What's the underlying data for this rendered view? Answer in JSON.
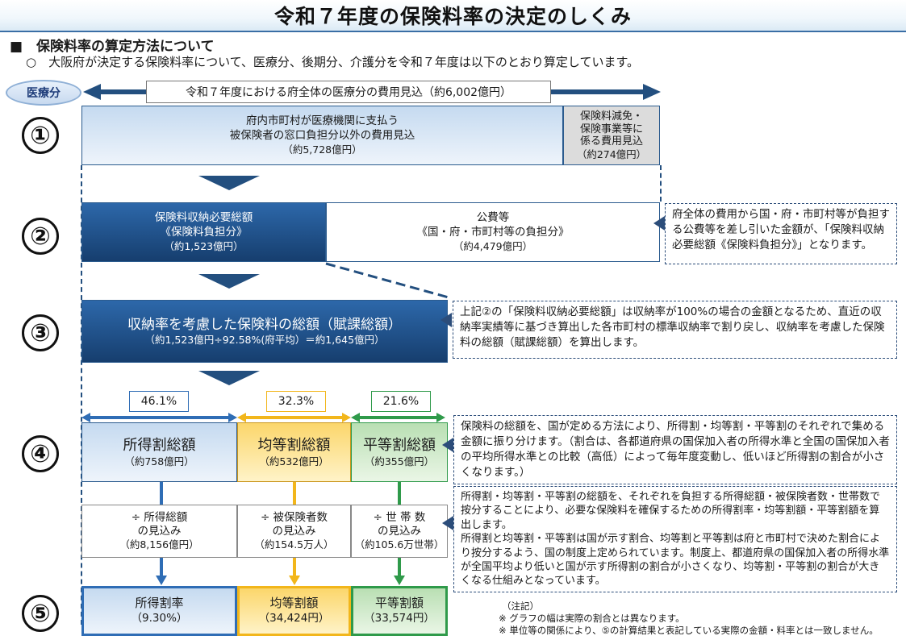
{
  "title": "令和７年度の保険料率の決定のしくみ",
  "section_heading": "■　保険料率の算定方法について",
  "lead_text": "○　大阪府が決定する保険料率について、医療分、後期分、介護分を令和７年度は以下のとおり算定しています。",
  "tag_label": "医療分",
  "cost_header": "令和７年度における府全体の医療分の費用見込（約6,002億円）",
  "step_numbers": [
    "①",
    "②",
    "③",
    "④",
    "⑤"
  ],
  "step1": {
    "main_line1": "府内市町村が医療機関に支払う",
    "main_line2": "被保険者の窓口負担分以外の費用見込",
    "main_amount": "（約5,728億円）",
    "side_line1": "保険料減免・",
    "side_line2": "保険事業等に",
    "side_line3": "係る費用見込",
    "side_amount": "（約274億円）"
  },
  "step2": {
    "left_line1": "保険料収納必要総額",
    "left_line2": "《保険料負担分》",
    "left_amount": "（約1,523億円）",
    "right_line1": "公費等",
    "right_line2": "《国・府・市町村等の負担分》",
    "right_amount": "（約4,479億円）",
    "note": "府全体の費用から国・府・市町村等が負担する公費等を差し引いた金額が、「保険料収納必要総額《保険料負担分》」となります。"
  },
  "step3": {
    "line1": "収納率を考慮した保険料の総額（賦課総額）",
    "line2": "（約1,523億円÷92.58%(府平均）＝約1,645億円）",
    "note": "上記②の「保険料収納必要総額」は収納率が100%の場合の金額となるため、直近の収納率実績等に基づき算出した各市町村の標準収納率で割り戻し、収納率を考慮した保険料の総額（賦課総額）を算出します。"
  },
  "step4": {
    "pct_income": "46.1%",
    "pct_percapita": "32.3%",
    "pct_household": "21.6%",
    "income_label": "所得割総額",
    "income_amount": "（約758億円）",
    "percapita_label": "均等割総額",
    "percapita_amount": "（約532億円）",
    "household_label": "平等割総額",
    "household_amount": "（約355億円）",
    "note": "保険料の総額を、国が定める方法により、所得割・均等割・平等割のそれぞれで集める金額に振り分けます。（割合は、各都道府県の国保加入者の所得水準と全国の国保加入者の平均所得水準との比較（高低）によって毎年度変動し、低いほど所得割の割合が小さくなります。）"
  },
  "divisors": {
    "income_line1": "÷ 所得総額",
    "income_line2": "の見込み",
    "income_amount": "（約8,156億円）",
    "percapita_line1": "÷ 被保険者数",
    "percapita_line2": "の見込み",
    "percapita_amount": "（約154.5万人）",
    "household_line1": "÷ 世 帯 数",
    "household_line2": "の見込み",
    "household_amount": "（約105.6万世帯）"
  },
  "divisor_note": "所得割・均等割・平等割の総額を、それぞれを負担する所得総額・被保険者数・世帯数で按分することにより、必要な保険料を確保するための所得割率・均等割額・平等割額を算出します。\n所得割と均等割・平等割は国が示す割合、均等割と平等割は府と市町村で決めた割合により按分するよう、国の制度上定められています。制度上、都道府県の国保加入者の所得水準が全国平均より低いと国が示す所得割の割合が小さくなり、均等割・平等割の割合が大きくなる仕組みとなっています。",
  "step5": {
    "income_label": "所得割率",
    "income_value": "（9.30%）",
    "percapita_label": "均等割額",
    "percapita_value": "（34,424円）",
    "household_label": "平等割額",
    "household_value": "（33,574円）"
  },
  "footnotes": {
    "heading": "（注記）",
    "note1": "※ グラフの幅は実際の割合とは異なります。",
    "note2": "※ 単位等の関係により、⑤の計算結果と表記している実際の金額・料率とは一致しません。"
  },
  "colors": {
    "navy": "#234f7f",
    "income_blue": "#2f6db5",
    "percapita_yellow": "#f2b61b",
    "household_green": "#2f9a4a"
  }
}
